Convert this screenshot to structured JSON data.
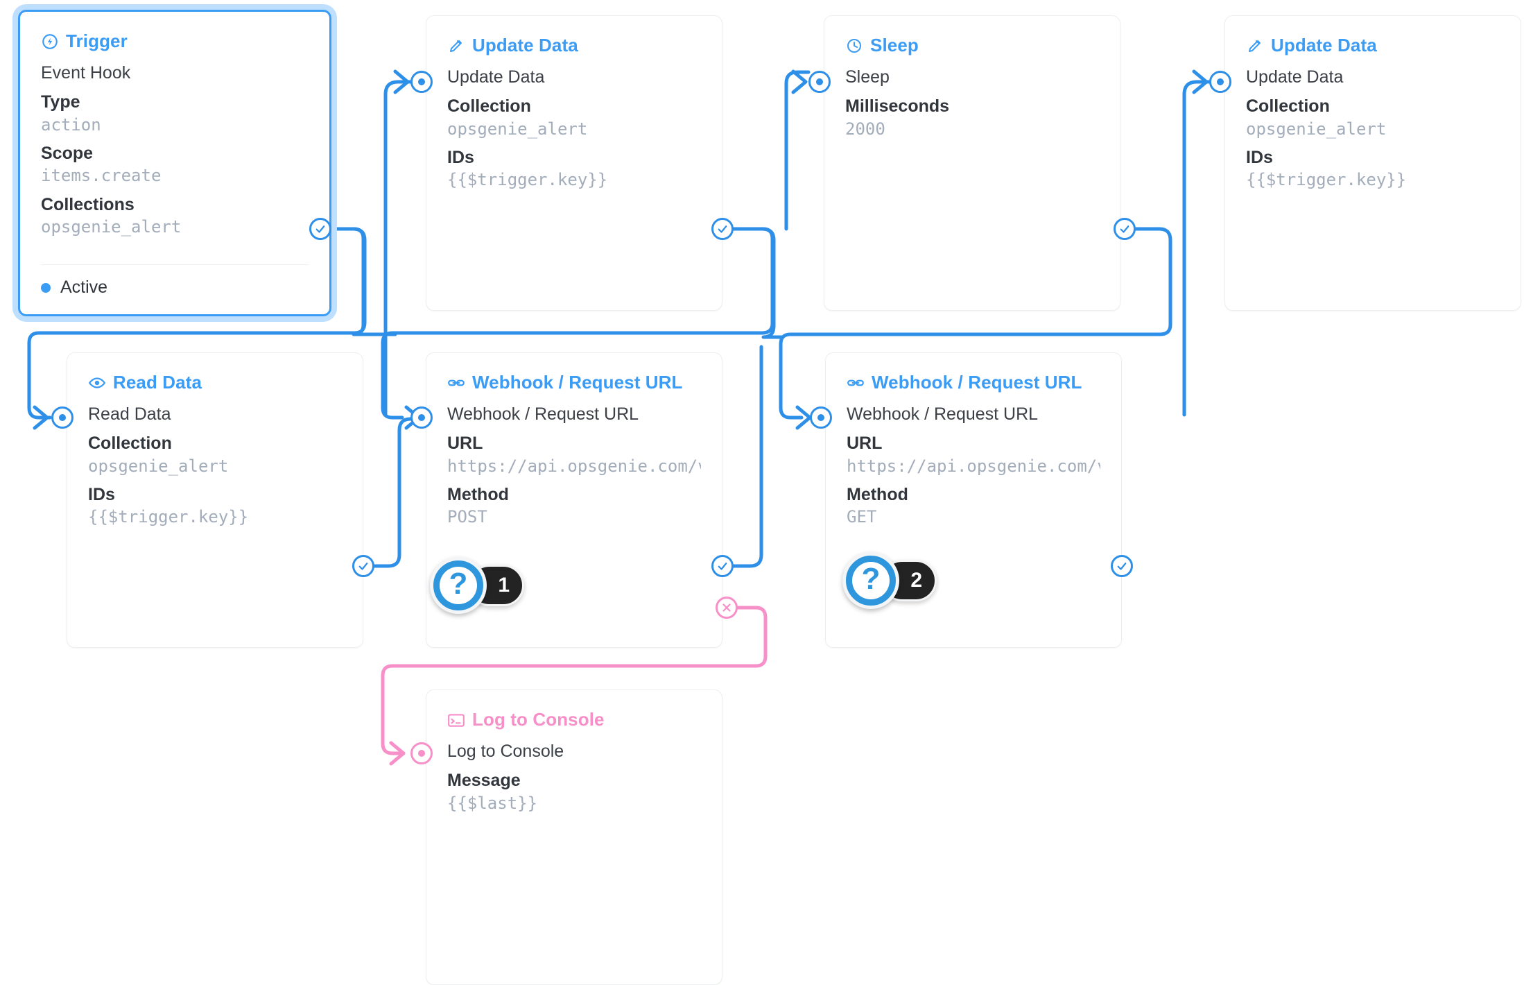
{
  "colors": {
    "accent_blue": "#3b9cf5",
    "port_blue": "#2e8fe8",
    "pink": "#f78fc8",
    "value_gray": "#a3adba",
    "label_dark": "#31353c",
    "card_border": "#eceef1",
    "badge_dark": "#232323"
  },
  "nodes": [
    {
      "id": "trigger",
      "header": "Trigger",
      "header_icon": "lightning-bolt-icon",
      "row_title": "Event Hook",
      "fields": [
        {
          "label": "Type",
          "value": "action"
        },
        {
          "label": "Scope",
          "value": "items.create"
        },
        {
          "label": "Collections",
          "value": "opsgenie_alert"
        }
      ],
      "status": "Active",
      "selected": true
    },
    {
      "id": "update-data-1",
      "header": "Update Data",
      "header_icon": "pencil-icon",
      "row_title": "Update Data",
      "fields": [
        {
          "label": "Collection",
          "value": "opsgenie_alert"
        },
        {
          "label": "IDs",
          "value": "{{$trigger.key}}"
        }
      ]
    },
    {
      "id": "sleep",
      "header": "Sleep",
      "header_icon": "clock-icon",
      "row_title": "Sleep",
      "fields": [
        {
          "label": "Milliseconds",
          "value": "2000"
        }
      ]
    },
    {
      "id": "update-data-2",
      "header": "Update Data",
      "header_icon": "pencil-icon",
      "row_title": "Update Data",
      "fields": [
        {
          "label": "Collection",
          "value": "opsgenie_alert"
        },
        {
          "label": "IDs",
          "value": "{{$trigger.key}}"
        }
      ]
    },
    {
      "id": "read-data",
      "header": "Read Data",
      "header_icon": "eye-icon",
      "row_title": "Read Data",
      "fields": [
        {
          "label": "Collection",
          "value": "opsgenie_alert"
        },
        {
          "label": "IDs",
          "value": "{{$trigger.key}}"
        }
      ]
    },
    {
      "id": "webhook-post",
      "header": "Webhook / Request URL",
      "header_icon": "link-icon",
      "row_title": "Webhook / Request URL",
      "fields": [
        {
          "label": "URL",
          "value": "https://api.opsgenie.com/v…"
        },
        {
          "label": "Method",
          "value": "POST"
        }
      ]
    },
    {
      "id": "webhook-get",
      "header": "Webhook / Request URL",
      "header_icon": "link-icon",
      "row_title": "Webhook / Request URL",
      "fields": [
        {
          "label": "URL",
          "value": "https://api.opsgenie.com/v…"
        },
        {
          "label": "Method",
          "value": "GET"
        }
      ]
    },
    {
      "id": "log-to-console",
      "header": "Log to Console",
      "header_icon": "terminal-icon",
      "row_title": "Log to Console",
      "fields": [
        {
          "label": "Message",
          "value": "{{$last}}"
        }
      ]
    }
  ],
  "help_badges": [
    {
      "id": "help-1",
      "symbol": "?",
      "number": "1"
    },
    {
      "id": "help-2",
      "symbol": "?",
      "number": "2"
    }
  ]
}
